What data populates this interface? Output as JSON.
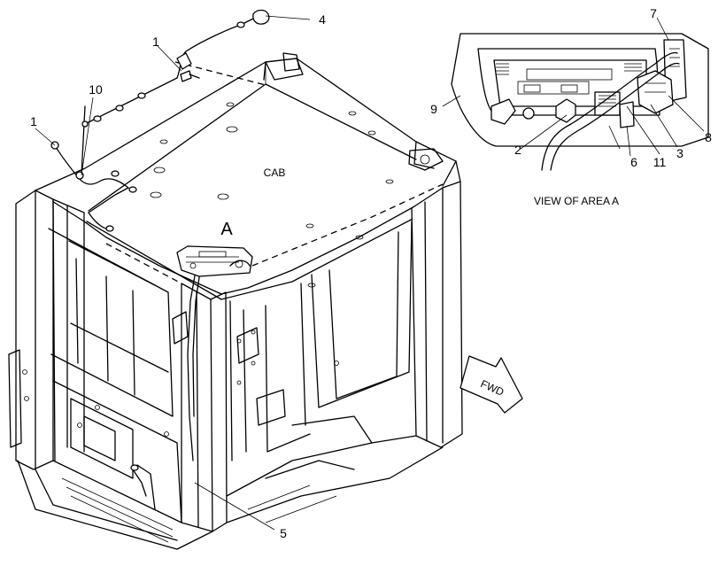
{
  "diagram": {
    "cab_label": "CAB",
    "area_marker": "A",
    "view_caption": "VIEW OF AREA  A",
    "direction_arrow": "FWD",
    "callouts": [
      {
        "id": "c1a",
        "text": "1"
      },
      {
        "id": "c1b",
        "text": "1"
      },
      {
        "id": "c2",
        "text": "2"
      },
      {
        "id": "c3",
        "text": "3"
      },
      {
        "id": "c4",
        "text": "4"
      },
      {
        "id": "c5",
        "text": "5"
      },
      {
        "id": "c6",
        "text": "6"
      },
      {
        "id": "c7",
        "text": "7"
      },
      {
        "id": "c8",
        "text": "8"
      },
      {
        "id": "c9",
        "text": "9"
      },
      {
        "id": "c10",
        "text": "10"
      },
      {
        "id": "c11",
        "text": "11"
      }
    ]
  }
}
